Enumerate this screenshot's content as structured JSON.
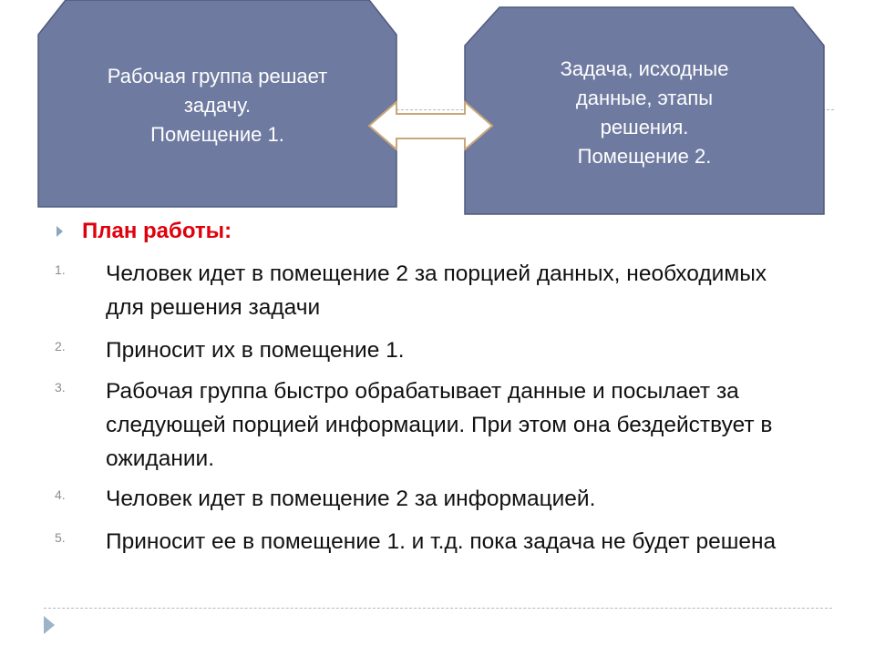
{
  "diagram": {
    "box_left": {
      "lines": [
        "Рабочая группа решает",
        "задачу.",
        "Помещение 1."
      ]
    },
    "box_right": {
      "lines": [
        "Задача, исходные",
        "данные, этапы",
        "решения.",
        "Помещение 2."
      ]
    },
    "box_color": "#6e7aa0",
    "arrow": "double-arrow"
  },
  "plan": {
    "heading": "План работы:",
    "items": [
      {
        "num": "1.",
        "text": "Человек идет в помещение 2 за порцией данных, необходимых для решения задачи"
      },
      {
        "num": "2.",
        "text": "Приносит их в помещение 1."
      },
      {
        "num": "3.",
        "text": "Рабочая группа быстро обрабатывает данные и посылает за следующей порцией информации. При этом она бездействует в ожидании."
      },
      {
        "num": "4.",
        "text": "Человек идет в помещение 2 за информацией."
      },
      {
        "num": "5.",
        "text": "Приносит ее в помещение 1. и т.д. пока задача не будет решена"
      }
    ]
  }
}
